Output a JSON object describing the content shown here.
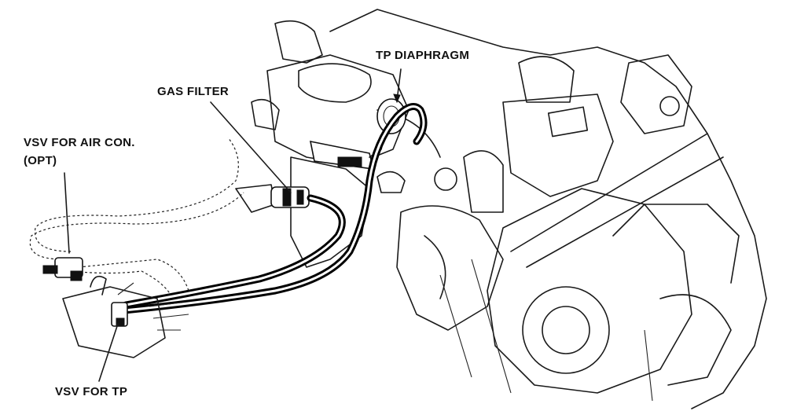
{
  "labels": {
    "tp_diaphragm": "TP DIAPHRAGM",
    "gas_filter": "GAS FILTER",
    "vsv_air_con_line1": "VSV FOR AIR CON.",
    "vsv_air_con_line2": "(OPT)",
    "vsv_tp": "VSV FOR TP"
  }
}
